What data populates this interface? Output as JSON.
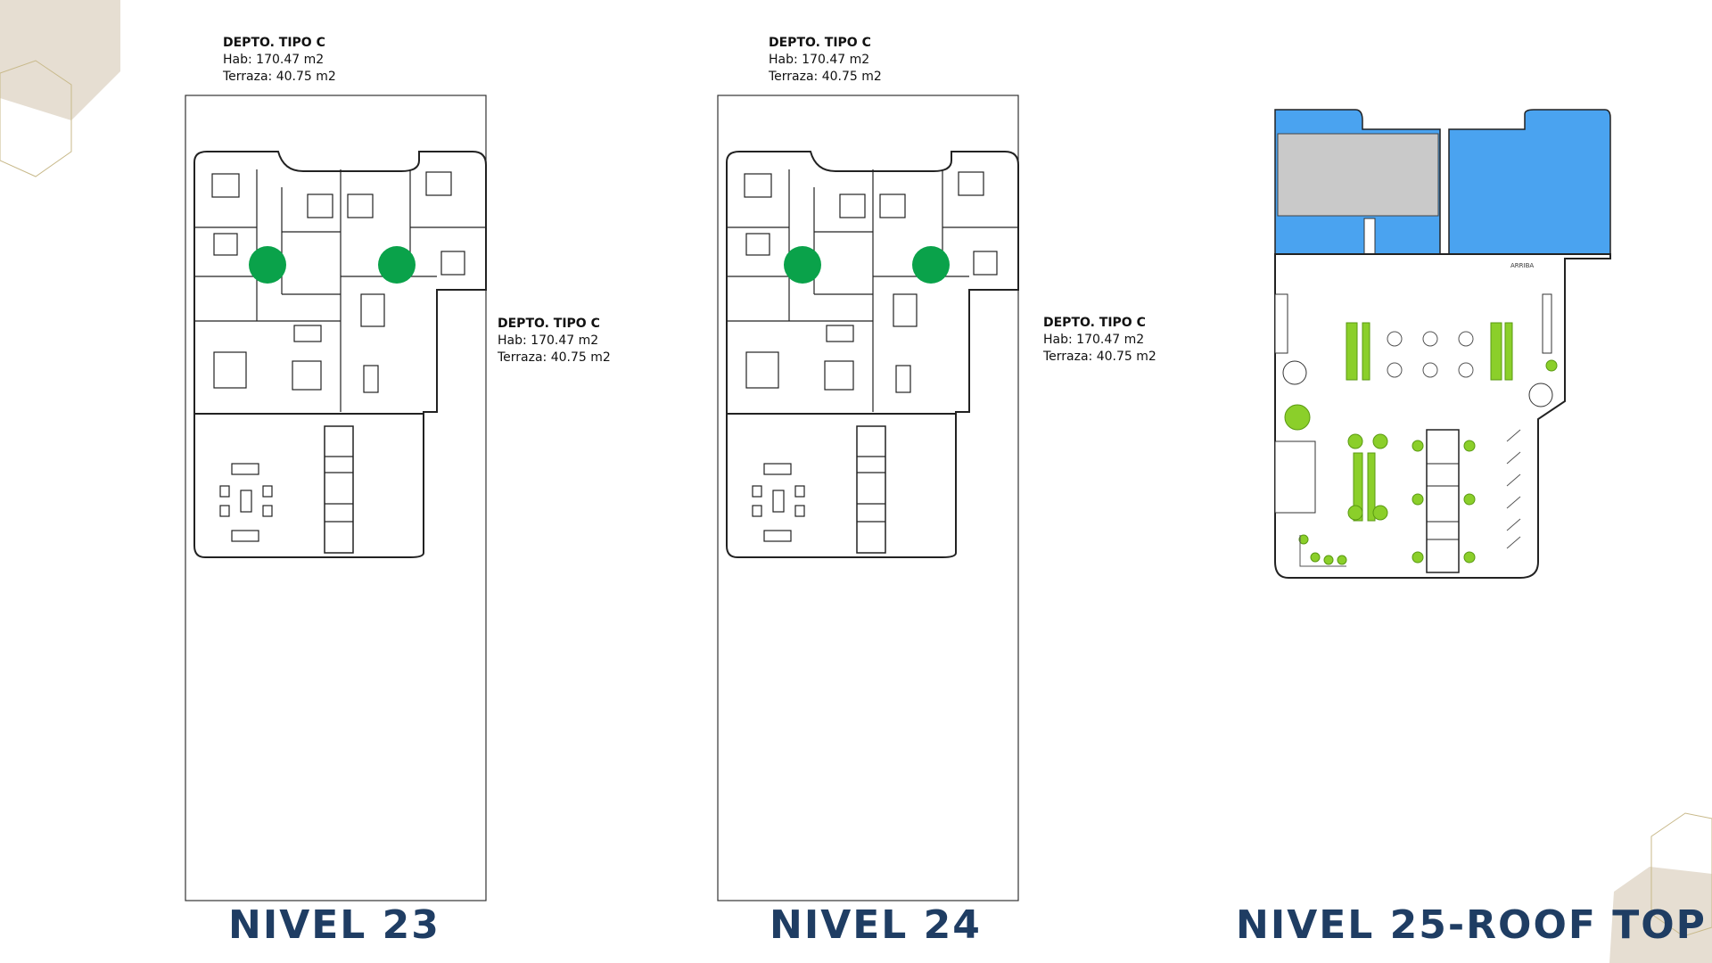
{
  "levels": [
    {
      "title": "NIVEL 23",
      "labels": [
        {
          "type": "DEPTO.  TIPO C",
          "hab": "Hab: 170.47 m2",
          "terraza": "Terraza: 40.75 m2"
        },
        {
          "type": "DEPTO.  TIPO C",
          "hab": "Hab: 170.47 m2",
          "terraza": "Terraza: 40.75 m2"
        }
      ]
    },
    {
      "title": "NIVEL 24",
      "labels": [
        {
          "type": "DEPTO.  TIPO C",
          "hab": "Hab: 170.47 m2",
          "terraza": "Terraza: 40.75 m2"
        },
        {
          "type": "DEPTO.  TIPO C",
          "hab": "Hab: 170.47 m2",
          "terraza": "Terraza: 40.75 m2"
        }
      ]
    },
    {
      "title": "NIVEL 25-ROOF TOP",
      "stair_label": "ARRIBA"
    }
  ],
  "colors": {
    "title": "#1f3d63",
    "marker": "#0aa24a",
    "pool": "#4aa3f0",
    "plant": "#8bcf2a",
    "decor": "#e6ded2",
    "decor_line": "#c8b98a"
  }
}
